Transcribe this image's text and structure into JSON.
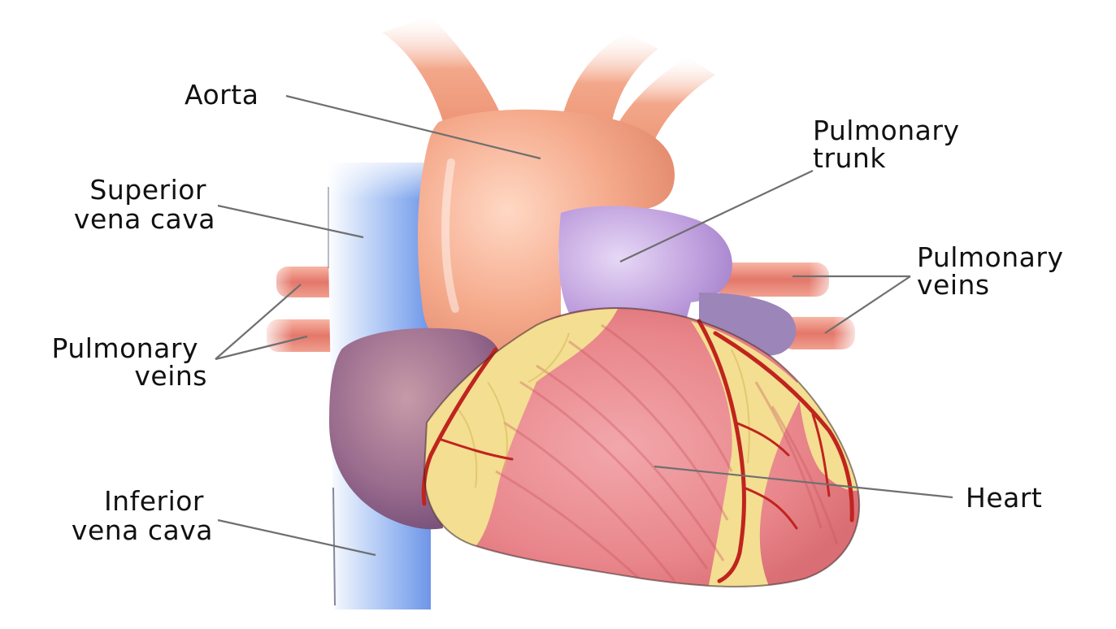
{
  "diagram": {
    "labels": {
      "aorta": "Aorta",
      "pulmonary_trunk": [
        "Pulmonary",
        "trunk"
      ],
      "superior_vena_cava": [
        "Superior",
        "vena cava"
      ],
      "pulmonary_veins_right": [
        "Pulmonary",
        "veins"
      ],
      "pulmonary_veins_left": [
        "Pulmonary",
        "veins"
      ],
      "heart": "Heart",
      "inferior_vena_cava": [
        "Inferior",
        "vena cava"
      ]
    },
    "colors": {
      "aorta": "#f2a184",
      "pulmonary_trunk": "#b898d8",
      "vena_cava": "#a9c4f2",
      "atrium": "#9a6c8e",
      "myocardium": "#e8858a",
      "fat": "#f2dd90",
      "coronary": "#c0241e",
      "pulmonary_vein": "#e58070"
    }
  }
}
